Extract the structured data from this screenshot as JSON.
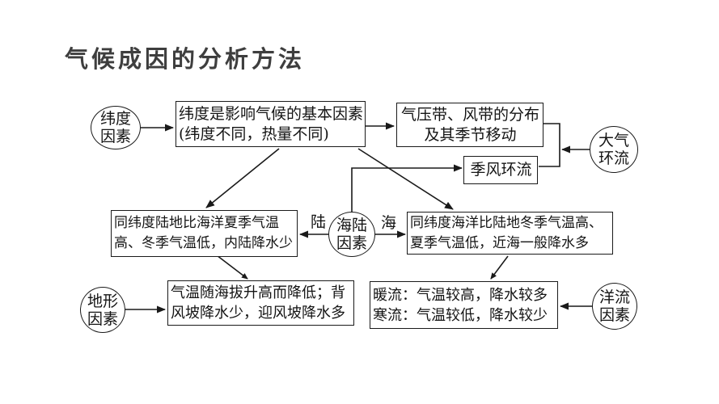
{
  "title": "气候成因的分析方法",
  "colors": {
    "background": "#ffffff",
    "line": "#1a1a1a",
    "text": "#141414",
    "title": "#3e3e3e"
  },
  "nodes": {
    "latitude_factor": {
      "lines": [
        "纬度",
        "因素"
      ]
    },
    "latitude_box": {
      "lines": [
        "纬度是影响气候的基本因素",
        "(纬度不同，热量不同)"
      ]
    },
    "pressure_belt_box": {
      "lines": [
        "气压带、风带的分布",
        "及其季节移动"
      ]
    },
    "monsoon_box": {
      "lines": [
        "季风环流"
      ]
    },
    "atmos_circulation": {
      "lines": [
        "大气",
        "环流"
      ]
    },
    "land_box": {
      "lines": [
        "同纬度陆地比海洋夏季气温",
        "高、冬季气温低，内陆降水少"
      ]
    },
    "sea_land_factor": {
      "lines": [
        "海陆",
        "因素"
      ]
    },
    "sea_box": {
      "lines": [
        "同纬度海洋比陆地冬季气温高、",
        "夏季气温低，近海一般降水多"
      ]
    },
    "terrain_factor": {
      "lines": [
        "地形",
        "因素"
      ]
    },
    "terrain_box": {
      "lines": [
        "气温随海拔升高而降低；背",
        "风坡降水少，迎风坡降水多"
      ]
    },
    "current_box": {
      "lines": [
        "暖流：气温较高，降水较多",
        "寒流：气温较低，降水较少"
      ]
    },
    "ocean_current_factor": {
      "lines": [
        "洋流",
        "因素"
      ]
    }
  },
  "labels": {
    "land": "陆",
    "sea": "海"
  }
}
